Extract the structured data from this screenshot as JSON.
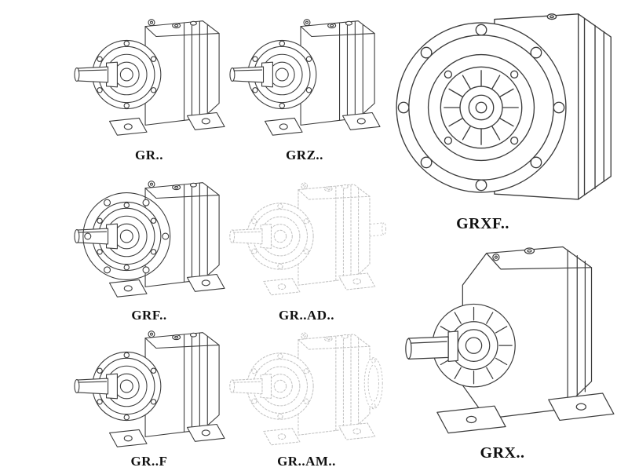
{
  "page": {
    "background": "#ffffff",
    "line_color": "#3c3c3c",
    "ghost_line_color": "#c3c3c3"
  },
  "catalog": {
    "description": "Gear reducer model line drawings",
    "items": [
      {
        "id": "gr",
        "label": "GR..",
        "style": "solid-iso"
      },
      {
        "id": "grz",
        "label": "GRZ..",
        "style": "solid-iso"
      },
      {
        "id": "grxf",
        "label": "GRXF..",
        "style": "solid-front-flange"
      },
      {
        "id": "grf",
        "label": "GRF..",
        "style": "solid-iso-flange"
      },
      {
        "id": "gr-ad",
        "label": "GR..AD..",
        "style": "ghost-iso"
      },
      {
        "id": "grx",
        "label": "GRX..",
        "style": "solid-iso-large"
      },
      {
        "id": "gr-f",
        "label": "GR..F",
        "style": "solid-iso"
      },
      {
        "id": "gr-am",
        "label": "GR..AM..",
        "style": "ghost-iso-flange"
      }
    ]
  }
}
